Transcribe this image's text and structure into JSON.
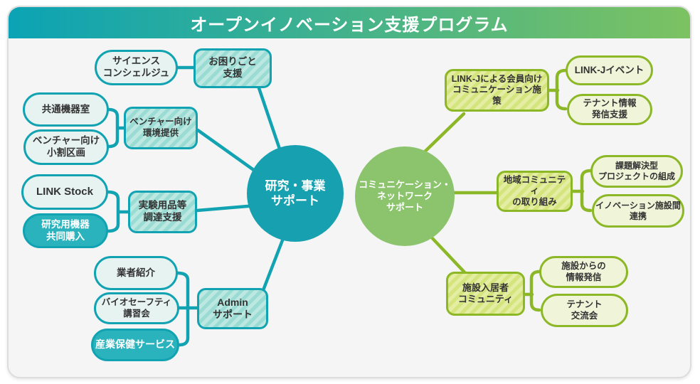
{
  "header": {
    "title": "オープンイノベーション支援プログラム"
  },
  "colors": {
    "teal": "#12a3b2",
    "teal_circle": "#17a0b0",
    "teal_solid": "#2ab3bd",
    "teal_pill_bg": "#e7f3f0",
    "teal_stripe_a": "#9adcd4",
    "teal_stripe_b": "#bce8e1",
    "olive": "#8cb827",
    "green_circle": "#8cc46e",
    "green_pill_bg": "#f0f4d8",
    "olive_stripe_a": "#d5e57e",
    "olive_stripe_b": "#e4eda3",
    "grad_left": "#0ba3b5",
    "grad_right": "#7cc261",
    "ink": "#333333"
  },
  "left": {
    "hub": {
      "label": "研究・事業\nサポート"
    },
    "branches": [
      {
        "label": "お困りごと\n支援",
        "leaves": [
          {
            "label": "サイエンス\nコンシェルジュ",
            "style": "outline"
          }
        ]
      },
      {
        "label": "ベンチャー向け\n環境提供",
        "leaves": [
          {
            "label": "共通機器室",
            "style": "outline"
          },
          {
            "label": "ベンチャー向け\n小割区画",
            "style": "outline"
          }
        ]
      },
      {
        "label": "実験用品等\n調達支援",
        "leaves": [
          {
            "label": "LINK Stock",
            "style": "outline"
          },
          {
            "label": "研究用機器\n共同購入",
            "style": "solid"
          }
        ]
      },
      {
        "label": "Admin\nサポート",
        "leaves": [
          {
            "label": "業者紹介",
            "style": "outline"
          },
          {
            "label": "バイオセーフティ\n講習会",
            "style": "outline"
          },
          {
            "label": "産業保健サービス",
            "style": "solid"
          }
        ]
      }
    ]
  },
  "right": {
    "hub": {
      "label": "コミュニケーション・\nネットワーク\nサポート"
    },
    "branches": [
      {
        "label": "LINK-Jによる会員向け\nコミュニケーション施策",
        "leaves": [
          {
            "label": "LINK-Jイベント",
            "style": "outline"
          },
          {
            "label": "テナント情報\n発信支援",
            "style": "outline"
          }
        ]
      },
      {
        "label": "地域コミュニティ\nの取り組み",
        "leaves": [
          {
            "label": "課題解決型\nプロジェクトの組成",
            "style": "outline"
          },
          {
            "label": "イノベーション施設間\n連携",
            "style": "outline"
          }
        ]
      },
      {
        "label": "施設入居者\nコミュニティ",
        "leaves": [
          {
            "label": "施設からの\n情報発信",
            "style": "outline"
          },
          {
            "label": "テナント\n交流会",
            "style": "outline"
          }
        ]
      }
    ]
  }
}
